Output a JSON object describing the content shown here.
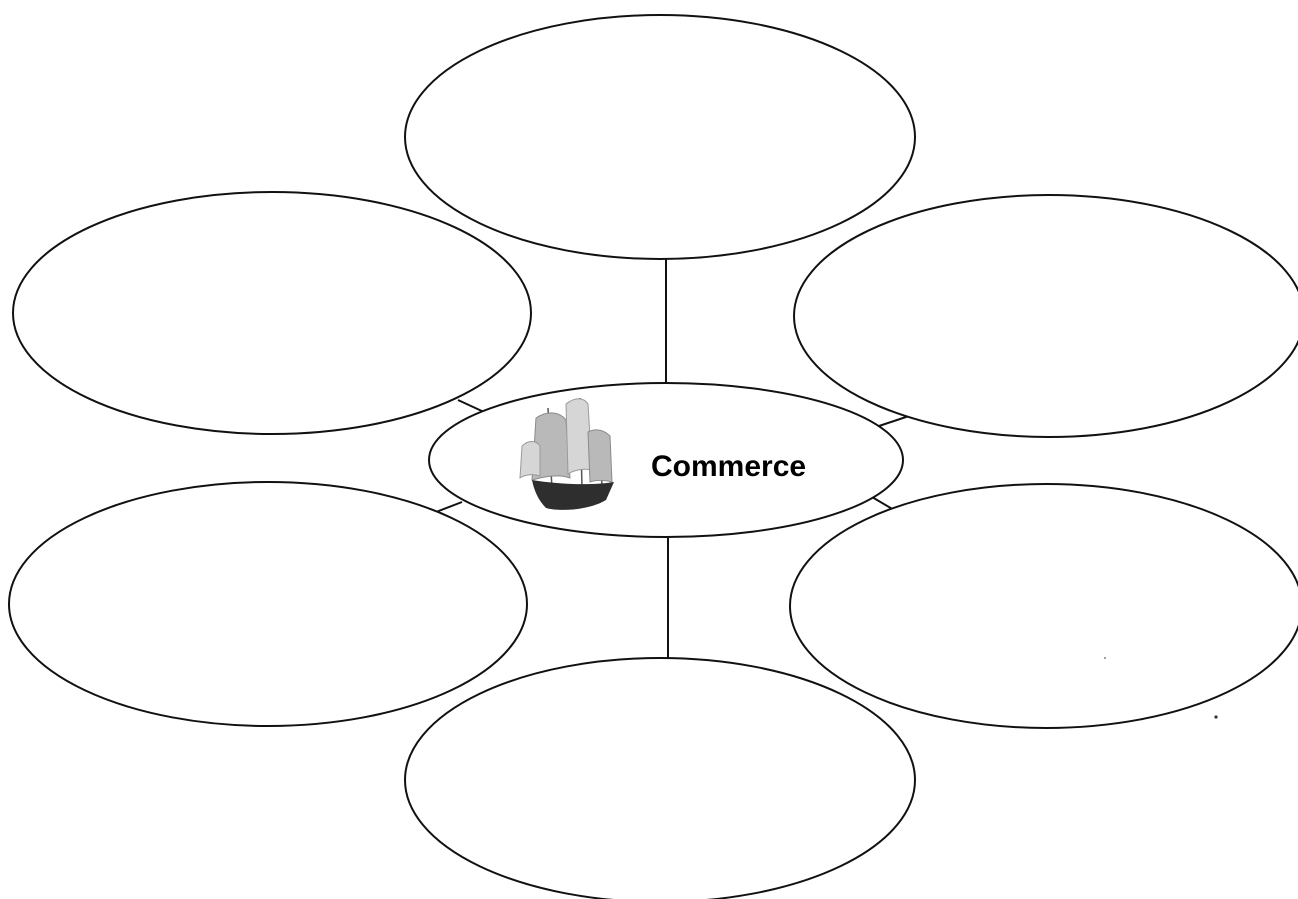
{
  "diagram": {
    "type": "concept web",
    "center": {
      "label": "Commerce",
      "icon": "sailing-ship-icon"
    },
    "satellites": [
      {
        "id": "top",
        "label": ""
      },
      {
        "id": "upper-left",
        "label": ""
      },
      {
        "id": "upper-right",
        "label": ""
      },
      {
        "id": "lower-left",
        "label": ""
      },
      {
        "id": "lower-right",
        "label": ""
      },
      {
        "id": "bottom",
        "label": ""
      }
    ],
    "colors": {
      "stroke": "#111111",
      "fill": "#ffffff",
      "text": "#000000"
    }
  }
}
